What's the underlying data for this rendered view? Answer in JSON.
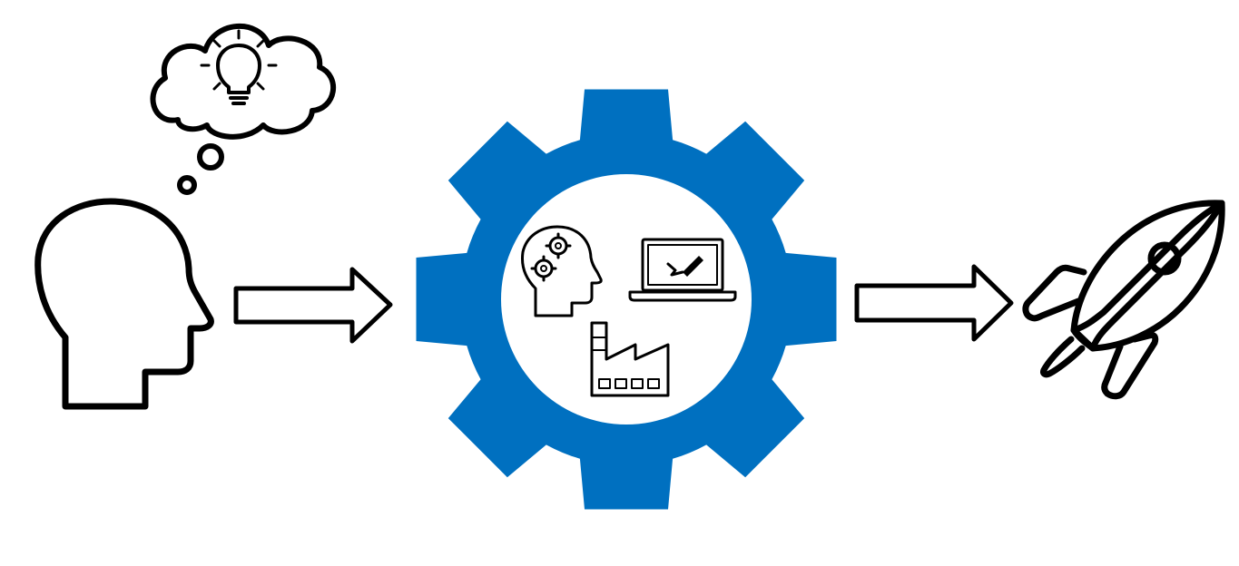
{
  "diagram": {
    "colors": {
      "gear": "#0070c0",
      "outline": "#000000",
      "background": "#ffffff"
    },
    "nodes": [
      {
        "id": "thinker",
        "icon": "head-with-idea-icon"
      },
      {
        "id": "process",
        "icon": "gear-icon",
        "contains": [
          "brain-gears-icon",
          "laptop-design-icon",
          "factory-icon"
        ]
      },
      {
        "id": "launch",
        "icon": "rocket-icon"
      }
    ],
    "edges": [
      {
        "from": "thinker",
        "to": "process",
        "icon": "arrow-right-icon"
      },
      {
        "from": "process",
        "to": "launch",
        "icon": "arrow-right-icon"
      }
    ]
  }
}
